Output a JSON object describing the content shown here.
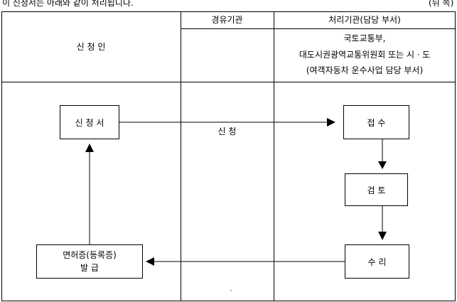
{
  "header": {
    "note": "이 신청서는 아래와 같이 처리됩니다.",
    "page_side": "(뒤 쪽)"
  },
  "columns": {
    "applicant": "신 청 인",
    "intermediary": "경유기관",
    "processing": "처리기관(담당 부서)"
  },
  "processing_agency": {
    "line1": "국토교통부,",
    "line2": "대도시권광역교통위원회 또는 시ㆍ도",
    "line3": "(여객자동차 운수사업 담당 부서)"
  },
  "flow": {
    "application_form": "신 청 서",
    "apply_label": "신 청",
    "receipt": "접 수",
    "review": "검 토",
    "acceptance": "수 리",
    "issue_line1": "면허증(등록증)",
    "issue_line2": "발 급"
  }
}
